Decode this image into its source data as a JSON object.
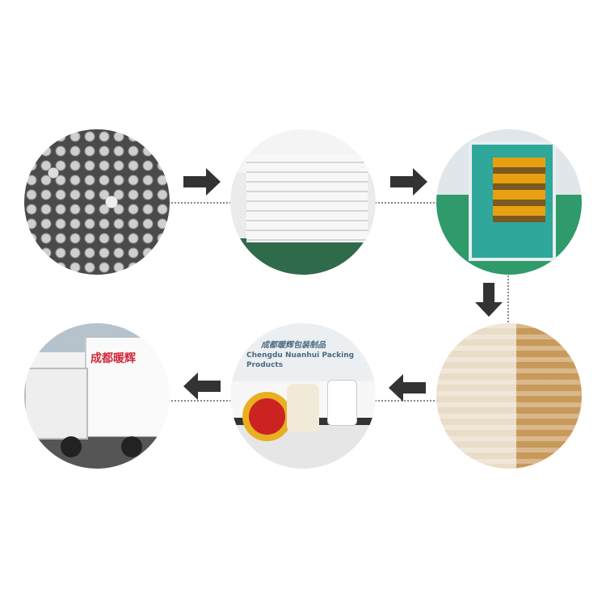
{
  "steps": [
    {
      "name": "raw-material-pellets"
    },
    {
      "name": "bagged-material-warehouse"
    },
    {
      "name": "slitting-machine"
    },
    {
      "name": "packed-cartons"
    },
    {
      "name": "tape-products",
      "banner_cn": "成都暖辉包装制品",
      "banner_en": "Chengdu Nuanhui Packing Products"
    },
    {
      "name": "delivery-truck",
      "truck_text": "成都暖辉"
    }
  ],
  "colors": {
    "arrow": "#333333",
    "connector": "#888888"
  }
}
